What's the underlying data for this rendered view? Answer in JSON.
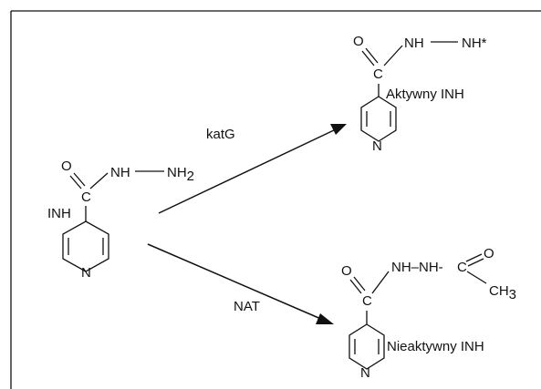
{
  "inh": {
    "label": "INH",
    "atom_o": "O",
    "atom_c": "C",
    "atom_n": "N",
    "nh": "NH",
    "nh2": "NH",
    "nh2_sub": "2"
  },
  "active": {
    "atom_o": "O",
    "atom_c": "C",
    "atom_n": "N",
    "nh_left": "NH",
    "nh_right": "NH*",
    "label": "Aktywny INH"
  },
  "inactive": {
    "atom_o": "O",
    "atom_c": "C",
    "atom_n": "N",
    "chain": "NH–NH-",
    "acyl_c": "C",
    "acyl_o": "O",
    "methyl": "CH",
    "methyl_sub": "3",
    "label": "Nieaktywny INH"
  },
  "arrows": {
    "upper_enzyme": "katG",
    "lower_enzyme": "NAT"
  }
}
